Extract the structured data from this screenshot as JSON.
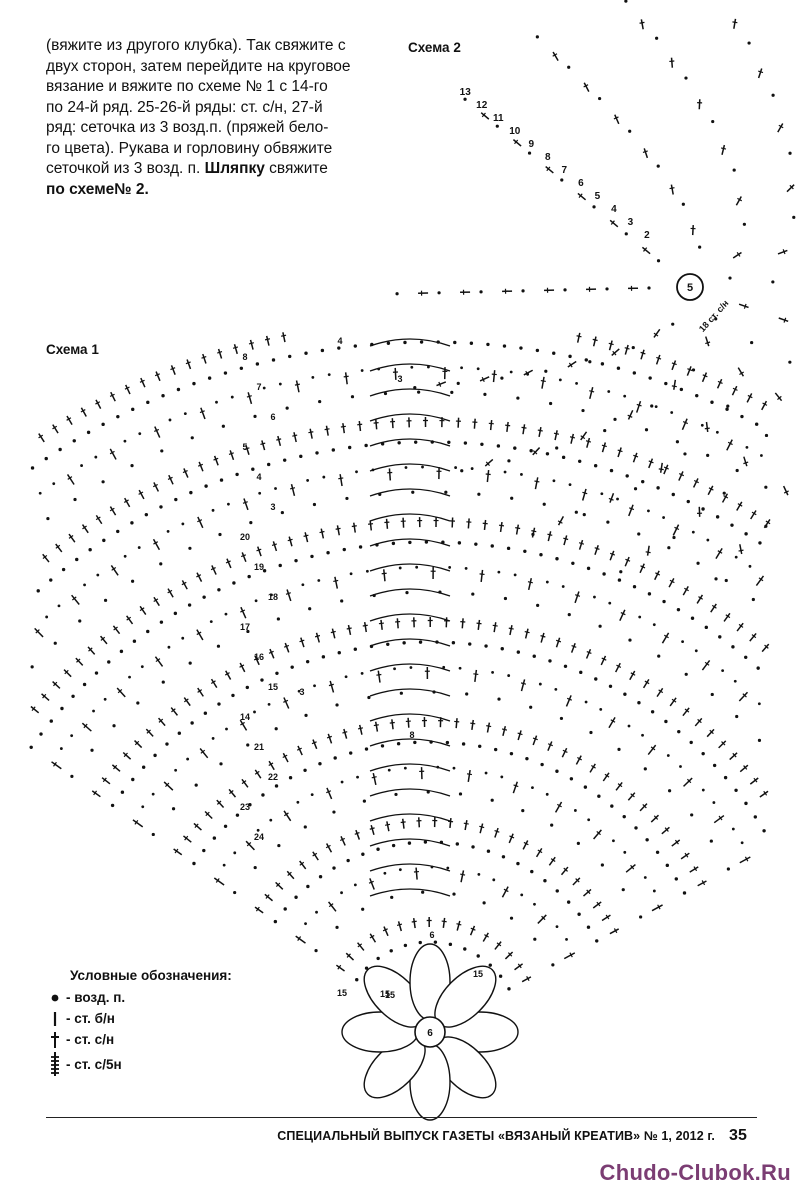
{
  "intro": {
    "lines": [
      "(вяжите из другого клубка). Так свяжите с",
      "двух сторон, затем перейдите на круговое",
      "вязание и вяжите по схеме № 1 с 14-го",
      "по 24-й ряд. 25-26-й ряды: ст. с/н, 27-й",
      "ряд: сеточка из 3 возд.п. (пряжей бело-",
      "го цвета). Рукава и горловину обвяжите"
    ],
    "line7_a": "сеточкой из 3 возд. п. ",
    "line7_b": "Шляпку",
    "line7_c": " свяжите",
    "line8": "по схеме№ 2."
  },
  "scheme2": {
    "label": "Схема 2",
    "rows": [
      "2",
      "3",
      "4",
      "5",
      "6",
      "7",
      "8",
      "9",
      "10",
      "11",
      "12",
      "13"
    ],
    "center": "5",
    "note": "18 ст. с/н"
  },
  "scheme1": {
    "label": "Схема 1",
    "left_rows": [
      "8",
      "7",
      "6",
      "5",
      "4",
      "3",
      "20",
      "19",
      "18",
      "17",
      "16",
      "15",
      "14",
      "21",
      "22",
      "23",
      "24"
    ],
    "markers": [
      "4",
      "3",
      "8",
      "15",
      "15",
      "6",
      "3"
    ],
    "flower_center": "6",
    "petal_label": "15"
  },
  "legend": {
    "title": "Условные обозначения:",
    "items": [
      {
        "icon": "chain-dot-icon",
        "text": "- возд. п."
      },
      {
        "icon": "single-crochet-icon",
        "text": "- ст. б/н"
      },
      {
        "icon": "double-crochet-icon",
        "text": "- ст. с/н"
      },
      {
        "icon": "quintuple-crochet-icon",
        "text": "- ст. с/5н"
      }
    ]
  },
  "footer": {
    "text": "СПЕЦИАЛЬНЫЙ ВЫПУСК ГАЗЕТЫ «ВЯЗАНЫЙ КРЕАТИВ» № 1, 2012 г.",
    "page": "35"
  },
  "watermark": "Chudo-Clubok.Ru"
}
